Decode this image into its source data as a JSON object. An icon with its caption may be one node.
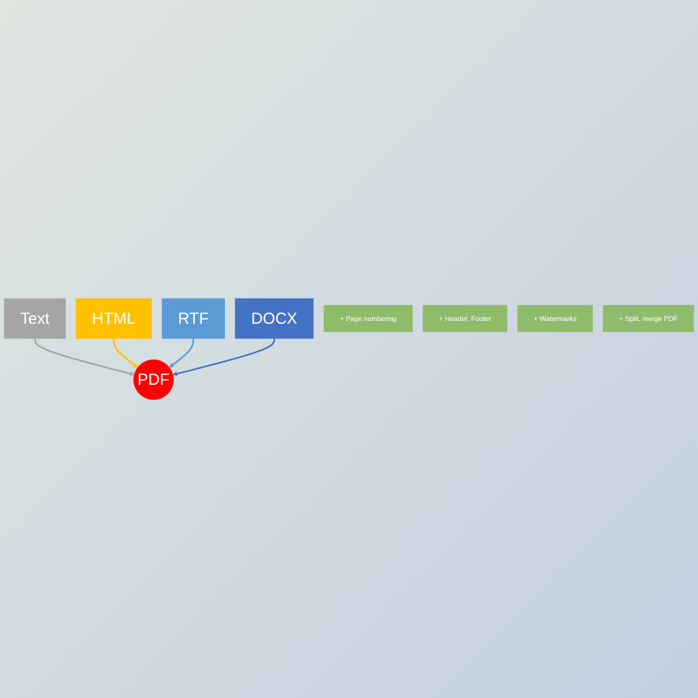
{
  "diagram": {
    "nodes": [
      {
        "text": [
          "Text"
        ]
      },
      {
        "text": [
          "HTML"
        ]
      },
      {
        "text": [
          "RTF"
        ]
      },
      {
        "text": [
          "PDF"
        ]
      },
      {
        "text": [
          "DOCX"
        ]
      },
      {
        "text": [
          "+ Page numbering"
        ]
      },
      {
        "text": [
          "+ Header, Footer"
        ]
      },
      {
        "text": [
          "+ Watermarks"
        ]
      },
      {
        "text": [
          "+ Split, merge PDF"
        ]
      }
    ],
    "edges": [
      {
        "from": 0,
        "to": 3,
        "arrow": "to",
        "color": "#a5a5a5"
      },
      {
        "from": 1,
        "to": 3,
        "arrow": "to",
        "color": "#ffc000"
      },
      {
        "from": 2,
        "to": 3,
        "arrow": "to",
        "color": "#5b9bd5"
      },
      {
        "from": 4,
        "to": 3,
        "arrow": "to",
        "color": "#4472c4"
      }
    ]
  }
}
